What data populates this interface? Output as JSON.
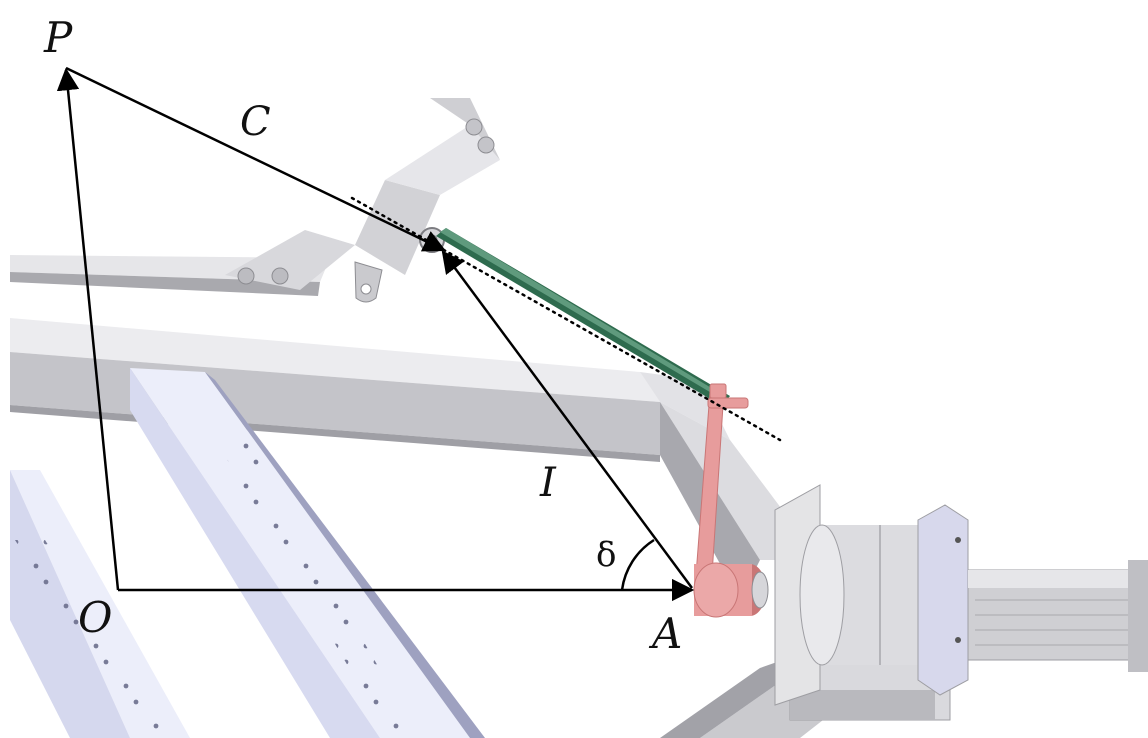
{
  "labels": {
    "P": "P",
    "C": "C",
    "I": "I",
    "O": "O",
    "A": "A",
    "delta": "δ"
  },
  "colors": {
    "frame_light": "#e6e6e9",
    "frame_mid": "#cfcfd4",
    "frame_dark": "#a9a9ae",
    "crossbar_face": "#d9dbf0",
    "crossbar_top": "#eceefa",
    "crossbar_side": "#9c9fbd",
    "actuator_rod": "#2e6b4e",
    "crank_pink": "#e79c9c",
    "crank_dark": "#c97676",
    "motor_light": "#e4e4e6",
    "motor_dark": "#9e9ea3",
    "vector_line": "#000000"
  }
}
